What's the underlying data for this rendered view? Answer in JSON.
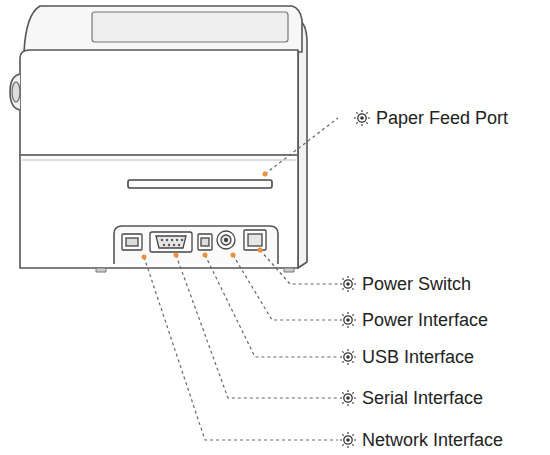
{
  "diagram": {
    "labels": [
      "Paper Feed Port",
      "Power Switch",
      "Power Interface",
      "USB Interface",
      "Serial Interface",
      "Network Interface"
    ]
  }
}
